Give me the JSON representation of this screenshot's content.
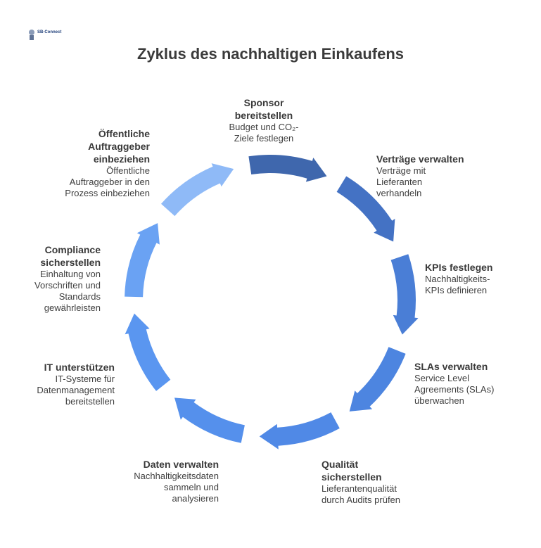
{
  "title": "Zyklus des nachhaltigen Einkaufens",
  "logo": {
    "name": "SB-Connect",
    "tagline": ""
  },
  "steps": [
    {
      "heading": "Sponsor\nbereitstellen",
      "text": "Budget und CO₂-\nZiele festlegen",
      "color": "#3f67ad"
    },
    {
      "heading": "Verträge verwalten",
      "text": "Verträge mit\nLieferanten\nverhandeln",
      "color": "#4472c4"
    },
    {
      "heading": "KPIs festlegen",
      "text": "Nachhaltigkeits-\nKPIs definieren",
      "color": "#4a7ed6"
    },
    {
      "heading": "SLAs verwalten",
      "text": "Service Level\nAgreements (SLAs)\nüberwachen",
      "color": "#4d85e0"
    },
    {
      "heading": "Qualität\nsicherstellen",
      "text": "Lieferantenqualität\ndurch Audits prüfen",
      "color": "#5089e6"
    },
    {
      "heading": "Daten verwalten",
      "text": "Nachhaltigkeitsdaten\nsammeln und\nanalysieren",
      "color": "#5590ec"
    },
    {
      "heading": "IT unterstützen",
      "text": "IT-Systeme für\nDatenmanagement\nbereitstellen",
      "color": "#5a96f0"
    },
    {
      "heading": "Compliance\nsicherstellen",
      "text": "Einhaltung von\nVorschriften und\nStandards\ngewährleisten",
      "color": "#6aa2f3"
    },
    {
      "heading": "Öffentliche\nAuftraggeber\neinbeziehen",
      "text": "Öffentliche\nAuftraggeber in den\nProzess einbeziehen",
      "color": "#8fbaf7"
    }
  ]
}
